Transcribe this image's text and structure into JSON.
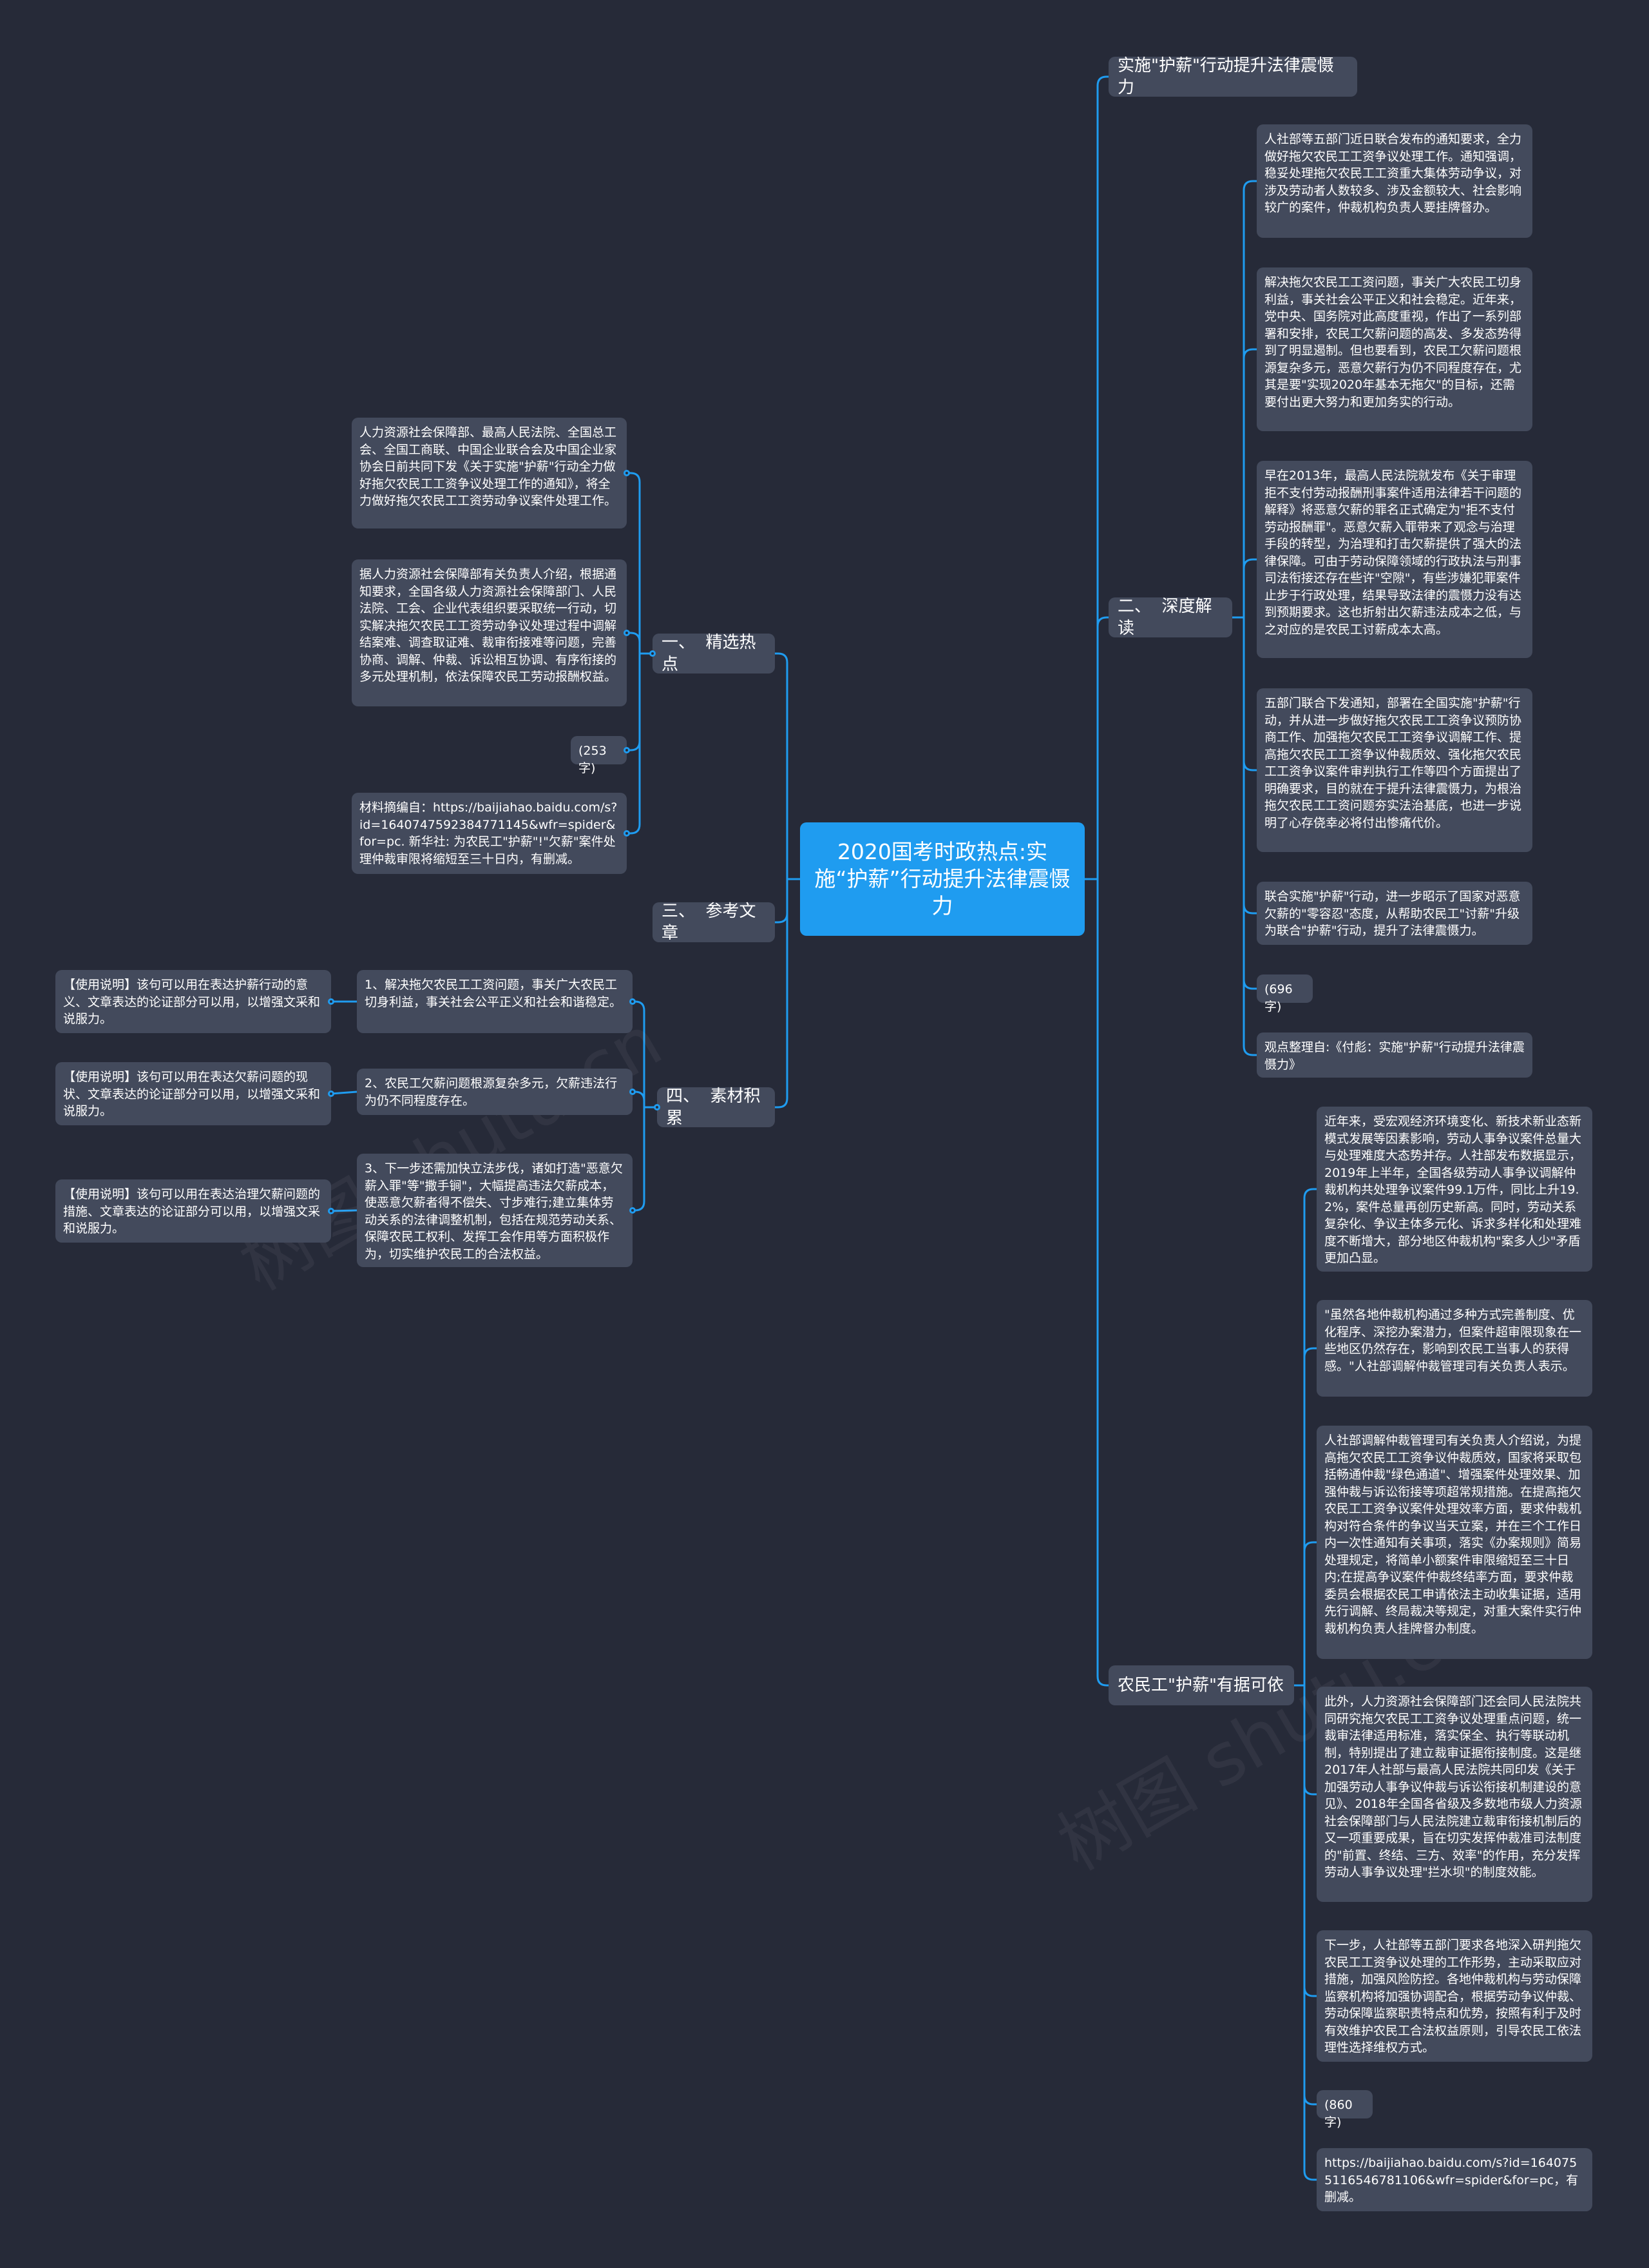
{
  "watermark": "树图 shutu.cn",
  "center": "2020国考时政热点:实施“护薪”行动提升法律震慑力",
  "left": [
    {
      "key": "b1",
      "label": "一、  精选热点",
      "children": [
        "人力资源社会保障部、最高人民法院、全国总工会、全国工商联、中国企业联合会及中国企业家协会日前共同下发《关于实施\"护薪\"行动全力做好拖欠农民工工资争议处理工作的通知》，将全力做好拖欠农民工工资劳动争议案件处理工作。",
        "据人力资源社会保障部有关负责人介绍，根据通知要求，全国各级人力资源社会保障部门、人民法院、工会、企业代表组织要采取统一行动，切实解决拖欠农民工工资劳动争议处理过程中调解结案难、调查取证难、裁审衔接难等问题，完善协商、调解、仲裁、诉讼相互协调、有序衔接的多元处理机制，依法保障农民工劳动报酬权益。",
        "(253字)",
        "材料摘编自：https://baijiahao.baidu.com/s?id=1640747592384771145&wfr=spider&for=pc. 新华社: 为农民工\"护薪\"!\"欠薪\"案件处理仲裁审限将缩短至三十日内，有删减。"
      ]
    },
    {
      "key": "b3",
      "label": "三、  参考文章",
      "children": []
    },
    {
      "key": "b4",
      "label": "四、  素材积累",
      "children": [
        "1、解决拖欠农民工工资问题，事关广大农民工切身利益，事关社会公平正义和社会和谐稳定。",
        "2、农民工欠薪问题根源复杂多元，欠薪违法行为仍不同程度存在。",
        "3、下一步还需加快立法步伐，诸如打造\"恶意欠薪入罪\"等\"撒手锏\"，大幅提高违法欠薪成本，使恶意欠薪者得不偿失、寸步难行;建立集体劳动关系的法律调整机制，包括在规范劳动关系、保障农民工权利、发挥工会作用等方面积极作为，切实维护农民工的合法权益。"
      ],
      "notes": [
        "【使用说明】该句可以用在表达护薪行动的意义、文章表达的论证部分可以用，以增强文采和说服力。",
        "【使用说明】该句可以用在表达欠薪问题的现状、文章表达的论证部分可以用，以增强文采和说服力。",
        "【使用说明】该句可以用在表达治理欠薪问题的措施、文章表达的论证部分可以用，以增强文采和说服力。"
      ]
    }
  ],
  "right": [
    {
      "key": "r1",
      "label": "实施\"护薪\"行动提升法律震慑力",
      "children": []
    },
    {
      "key": "r2",
      "label": "二、  深度解读",
      "children": [
        "人社部等五部门近日联合发布的通知要求，全力做好拖欠农民工工资争议处理工作。通知强调，稳妥处理拖欠农民工工资重大集体劳动争议，对涉及劳动者人数较多、涉及金额较大、社会影响较广的案件，仲裁机构负责人要挂牌督办。",
        "解决拖欠农民工工资问题，事关广大农民工切身利益，事关社会公平正义和社会稳定。近年来，党中央、国务院对此高度重视，作出了一系列部署和安排，农民工欠薪问题的高发、多发态势得到了明显遏制。但也要看到，农民工欠薪问题根源复杂多元，恶意欠薪行为仍不同程度存在，尤其是要\"实现2020年基本无拖欠\"的目标，还需要付出更大努力和更加务实的行动。",
        "早在2013年，最高人民法院就发布《关于审理拒不支付劳动报酬刑事案件适用法律若干问题的解释》将恶意欠薪的罪名正式确定为\"拒不支付劳动报酬罪\"。恶意欠薪入罪带来了观念与治理手段的转型，为治理和打击欠薪提供了强大的法律保障。可由于劳动保障领域的行政执法与刑事司法衔接还存在些许\"空隙\"，有些涉嫌犯罪案件止步于行政处理，结果导致法律的震慑力没有达到预期要求。这也折射出欠薪违法成本之低，与之对应的是农民工讨薪成本太高。",
        "五部门联合下发通知，部署在全国实施\"护薪\"行动，并从进一步做好拖欠农民工工资争议预防协商工作、加强拖欠农民工工资争议调解工作、提高拖欠农民工工资争议仲裁质效、强化拖欠农民工工资争议案件审判执行工作等四个方面提出了明确要求，目的就在于提升法律震慑力，为根治拖欠农民工工资问题夯实法治基底，也进一步说明了心存侥幸必将付出惨痛代价。",
        "联合实施\"护薪\"行动，进一步昭示了国家对恶意欠薪的\"零容忍\"态度，从帮助农民工\"讨薪\"升级为联合\"护薪\"行动，提升了法律震慑力。",
        "(696字)",
        "观点整理自:《付彪：实施\"护薪\"行动提升法律震慑力》"
      ]
    },
    {
      "key": "r3",
      "label": "农民工\"护薪\"有据可依",
      "children": [
        "近年来，受宏观经济环境变化、新技术新业态新模式发展等因素影响，劳动人事争议案件总量大与处理难度大态势并存。人社部发布数据显示，2019年上半年，全国各级劳动人事争议调解仲裁机构共处理争议案件99.1万件，同比上升19.2%，案件总量再创历史新高。同时，劳动关系复杂化、争议主体多元化、诉求多样化和处理难度不断增大，部分地区仲裁机构\"案多人少\"矛盾更加凸显。",
        "\"虽然各地仲裁机构通过多种方式完善制度、优化程序、深挖办案潜力，但案件超审限现象在一些地区仍然存在，影响到农民工当事人的获得感。\"人社部调解仲裁管理司有关负责人表示。",
        "人社部调解仲裁管理司有关负责人介绍说，为提高拖欠农民工工资争议仲裁质效，国家将采取包括畅通仲裁\"绿色通道\"、增强案件处理效果、加强仲裁与诉讼衔接等项超常规措施。在提高拖欠农民工工资争议案件处理效率方面，要求仲裁机构对符合条件的争议当天立案，并在三个工作日内一次性通知有关事项，落实《办案规则》简易处理规定，将简单小额案件审限缩短至三十日内;在提高争议案件仲裁终结率方面，要求仲裁委员会根据农民工申请依法主动收集证据，适用先行调解、终局裁决等规定，对重大案件实行仲裁机构负责人挂牌督办制度。",
        "此外，人力资源社会保障部门还会同人民法院共同研究拖欠农民工工资争议处理重点问题，统一裁审法律适用标准，落实保全、执行等联动机制，特别提出了建立裁审证据衔接制度。这是继2017年人社部与最高人民法院共同印发《关于加强劳动人事争议仲裁与诉讼衔接机制建设的意见》、2018年全国各省级及多数地市级人力资源社会保障部门与人民法院建立裁审衔接机制后的又一项重要成果，旨在切实发挥仲裁准司法制度的\"前置、终结、三方、效率\"的作用，充分发挥劳动人事争议处理\"拦水坝\"的制度效能。",
        "下一步，人社部等五部门要求各地深入研判拖欠农民工工资争议处理的工作形势，主动采取应对措施，加强风险防控。各地仲裁机构与劳动保障监察机构将加强协调配合，根据劳动争议仲裁、劳动保障监察职责特点和优势，按照有利于及时有效维护农民工合法权益原则，引导农民工依法理性选择维权方式。",
        "(860字)",
        "https://baijiahao.baidu.com/s?id=1640755116546781106&wfr=spider&for=pc，有删减。"
      ]
    }
  ]
}
